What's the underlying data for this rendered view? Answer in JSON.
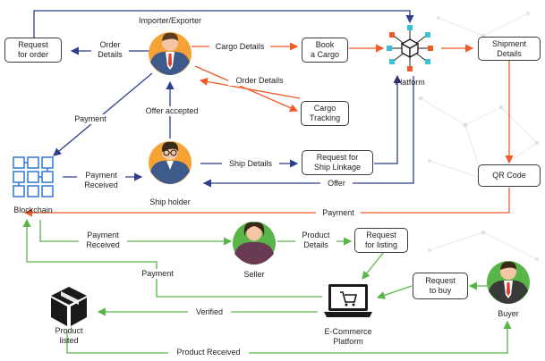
{
  "colors": {
    "blue": "#2c3e8c",
    "orange": "#f05a28",
    "green": "#59b548",
    "chain_blue": "#3d7fd6",
    "person_orange": "#f7a234",
    "dark": "#1a1a1a"
  },
  "actors": {
    "importer": "Importer/Exporter",
    "platform": "Platform",
    "blockchain": "Blockchain",
    "ship_holder": "Ship holder",
    "seller": "Seller",
    "buyer": "Buyer",
    "ecommerce": "E-Commerce\nPlatform",
    "product_listed": "Product\nlisted"
  },
  "boxes": {
    "request_order": "Request\nfor order",
    "book_cargo": "Book\na Cargo",
    "shipment_details": "Shipment\nDetails",
    "cargo_tracking": "Cargo\nTracking",
    "request_linkage": "Request for\nShip Linkage",
    "qr_code": "QR Code",
    "request_listing": "Request\nfor listing",
    "request_buy": "Request\nto buy"
  },
  "edge_labels": {
    "order_details": "Order\nDetails",
    "cargo_details": "Cargo Details",
    "order_details_2": "Order Details",
    "offer_accepted": "Offer accepted",
    "payment_1": "Payment",
    "payment_received_1": "Payment\nReceived",
    "ship_details": "Ship Details",
    "offer": "Offer",
    "payment_2": "Payment",
    "payment_received_2": "Payment\nReceived",
    "product_details": "Product\nDetails",
    "payment_3": "Payment",
    "verified": "Verified",
    "product_received": "Product Received"
  },
  "icons": {
    "importer": "businessman-icon",
    "platform": "network-cube-icon",
    "blockchain": "blockchain-blocks-icon",
    "ship_holder": "man-with-glasses-icon",
    "seller": "woman-icon",
    "buyer": "businessman-icon",
    "ecommerce": "laptop-cart-icon",
    "product_listed": "package-box-icon"
  }
}
